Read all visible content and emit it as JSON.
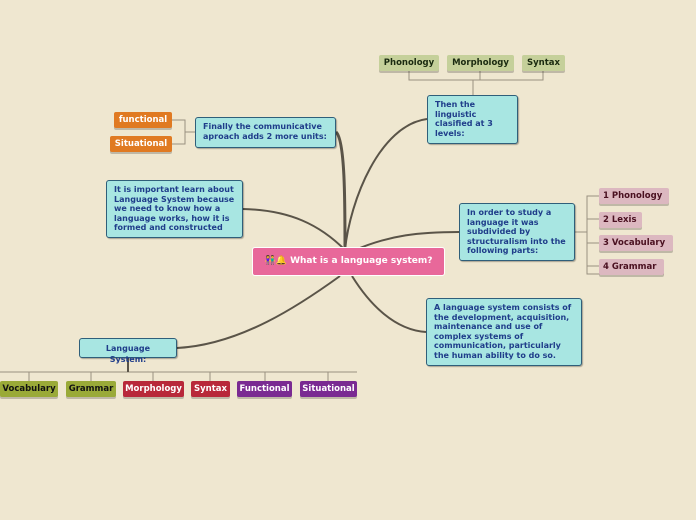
{
  "central": {
    "icon": "people-bell-icon",
    "title": "What is a language system?"
  },
  "levels": {
    "text": "Then the linguistic clasified at 3 levels:",
    "items": [
      "Phonology",
      "Morphology",
      "Syntax"
    ]
  },
  "communicative": {
    "text": "Finally the communicative aproach adds 2 more units:",
    "items": [
      "functional",
      "Situational"
    ]
  },
  "important": {
    "text": "It is important learn about Language System because we need to know how a language works, how it is formed and constructed"
  },
  "structuralism": {
    "text": "In order to study a language it was subdivided by structuralism into the following parts:",
    "items": [
      "1 Phonology",
      "2 Lexis",
      "3 Vocabulary",
      "4 Grammar"
    ]
  },
  "definition": {
    "text": "A language system consists of the development, acquisition, maintenance and use of complex systems of communication, particularly the human ability to do so."
  },
  "system": {
    "text": "Language System:",
    "items": [
      "Vocabulary",
      "Grammar",
      "Morphology",
      "Syntax",
      "Functional",
      "Situational"
    ]
  }
}
